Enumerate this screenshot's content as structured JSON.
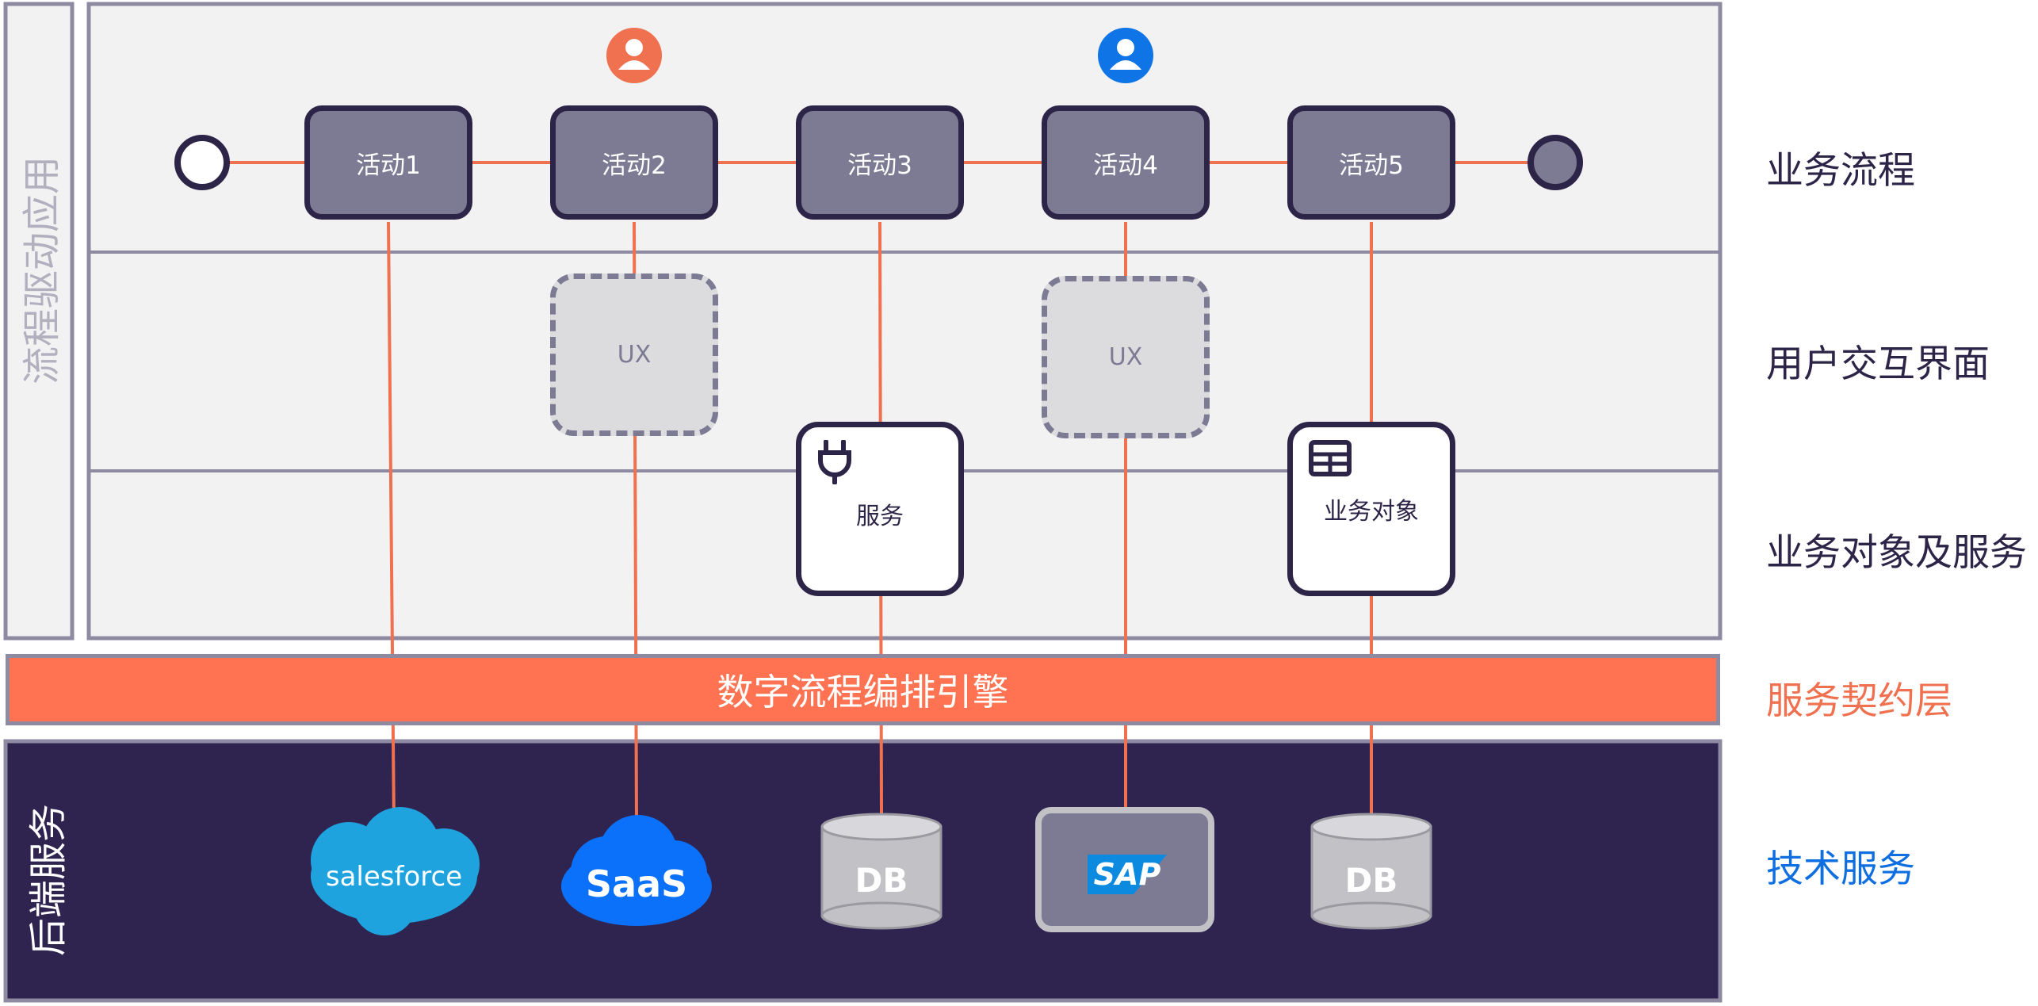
{
  "side_titles": {
    "app": "流程驱动应用",
    "backend": "后端服务"
  },
  "row_labels": {
    "business_process": "业务流程",
    "user_interface": "用户交互界面",
    "objects_services": "业务对象及服务",
    "contract_layer": "服务契约层",
    "tech_services": "技术服务"
  },
  "activities": [
    "活动1",
    "活动2",
    "活动3",
    "活动4",
    "活动5"
  ],
  "ux_boxes": [
    "UX",
    "UX"
  ],
  "service_card": "服务",
  "object_card": "业务对象",
  "orchestration": "数字流程编排引擎",
  "backends": {
    "salesforce": "salesforce",
    "saas": "SaaS",
    "db1": "DB",
    "sap": "SAP",
    "db2": "DB"
  },
  "colors": {
    "orange": "#ff7352",
    "dark_navy": "#2d2548",
    "activity_fill": "#7d7a94",
    "lane_bg": "#f2f2f2",
    "lane_border": "#8e8aa1",
    "backend_bg": "#2f2450",
    "salesforce_blue": "#1fa3df",
    "saas_blue": "#0b71fa",
    "db_gray": "#c2c2c6",
    "user_orange": "#f07150",
    "user_blue": "#0f75e6",
    "contract_label": "#f07150",
    "tech_label": "#0f6fe0"
  },
  "icons": [
    "user-orange-icon",
    "user-blue-icon",
    "plug-icon",
    "table-grid-icon"
  ]
}
